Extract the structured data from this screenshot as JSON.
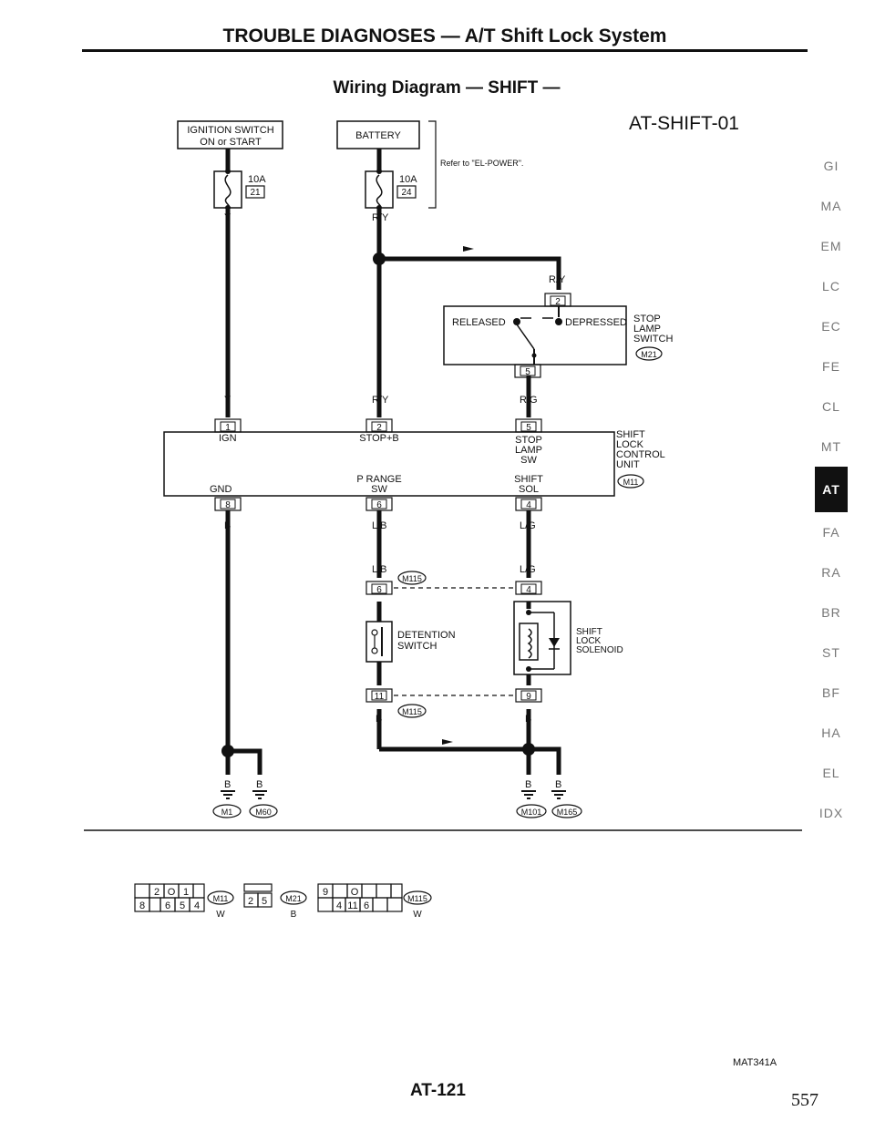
{
  "header": {
    "page_title": "TROUBLE DIAGNOSES — A/T Shift Lock System",
    "diagram_title": "Wiring Diagram — SHIFT —",
    "diagram_code": "AT-SHIFT-01"
  },
  "power": {
    "ignition_line1": "IGNITION SWITCH",
    "ignition_line2": "ON or START",
    "battery": "BATTERY",
    "refer_note": "Refer to \"EL-POWER\".",
    "fuse_amp": "10A",
    "fuse_left_no": "21",
    "fuse_right_no": "24"
  },
  "wires": {
    "y": "Y",
    "ry": "R/Y",
    "rg": "R/G",
    "b": "B",
    "lb": "L/B",
    "lg": "L/G"
  },
  "stop_lamp": {
    "released": "RELEASED",
    "depressed": "DEPRESSED",
    "label1": "STOP",
    "label2": "LAMP",
    "label3": "SWITCH",
    "connector": "M21",
    "pin_top": "2",
    "pin_bottom": "5"
  },
  "control_unit": {
    "label1": "SHIFT",
    "label2": "LOCK",
    "label3": "CONTROL",
    "label4": "UNIT",
    "connector": "M11",
    "pin_ign": "1",
    "pin_stop": "2",
    "pin_sw": "5",
    "pin_gnd": "8",
    "pin_prange": "6",
    "pin_sol": "4",
    "ign": "IGN",
    "stop_b": "STOP+B",
    "stop_sw_1": "STOP",
    "stop_sw_2": "LAMP",
    "stop_sw_3": "SW",
    "gnd": "GND",
    "prange_1": "P RANGE",
    "prange_2": "SW",
    "sol_1": "SHIFT",
    "sol_2": "SOL"
  },
  "detention": {
    "label1": "DETENTION",
    "label2": "SWITCH",
    "connector": "M115",
    "pin_top_left": "6",
    "pin_top_right": "4",
    "pin_bot_left": "11",
    "pin_bot_right": "9"
  },
  "solenoid": {
    "label1": "SHIFT",
    "label2": "LOCK",
    "label3": "SOLENOID"
  },
  "grounds": {
    "left1": "M1",
    "left2": "M60",
    "right1": "M101",
    "right2": "M165"
  },
  "connectors": {
    "c1_top": [
      "",
      "2",
      "O",
      "1"
    ],
    "c1_bot": [
      "8",
      "",
      "6",
      "5",
      "4"
    ],
    "c1_id": "M11",
    "c1_color": "W",
    "c2_top": "",
    "c2_bot": [
      "2",
      "5"
    ],
    "c2_id": "M21",
    "c2_color": "B",
    "c3_top": [
      "9",
      "",
      "O",
      "",
      "",
      ""
    ],
    "c3_bot": [
      "",
      "4",
      "11",
      "6",
      "",
      ""
    ],
    "c3_id": "M115",
    "c3_color": "W"
  },
  "side_tabs": [
    "GI",
    "MA",
    "EM",
    "LC",
    "EC",
    "FE",
    "CL",
    "MT",
    "AT",
    "FA",
    "RA",
    "BR",
    "ST",
    "BF",
    "HA",
    "EL",
    "IDX"
  ],
  "active_tab": "AT",
  "footer": {
    "figure_code": "MAT341A",
    "page_ref": "AT-121",
    "page_number": "557"
  }
}
